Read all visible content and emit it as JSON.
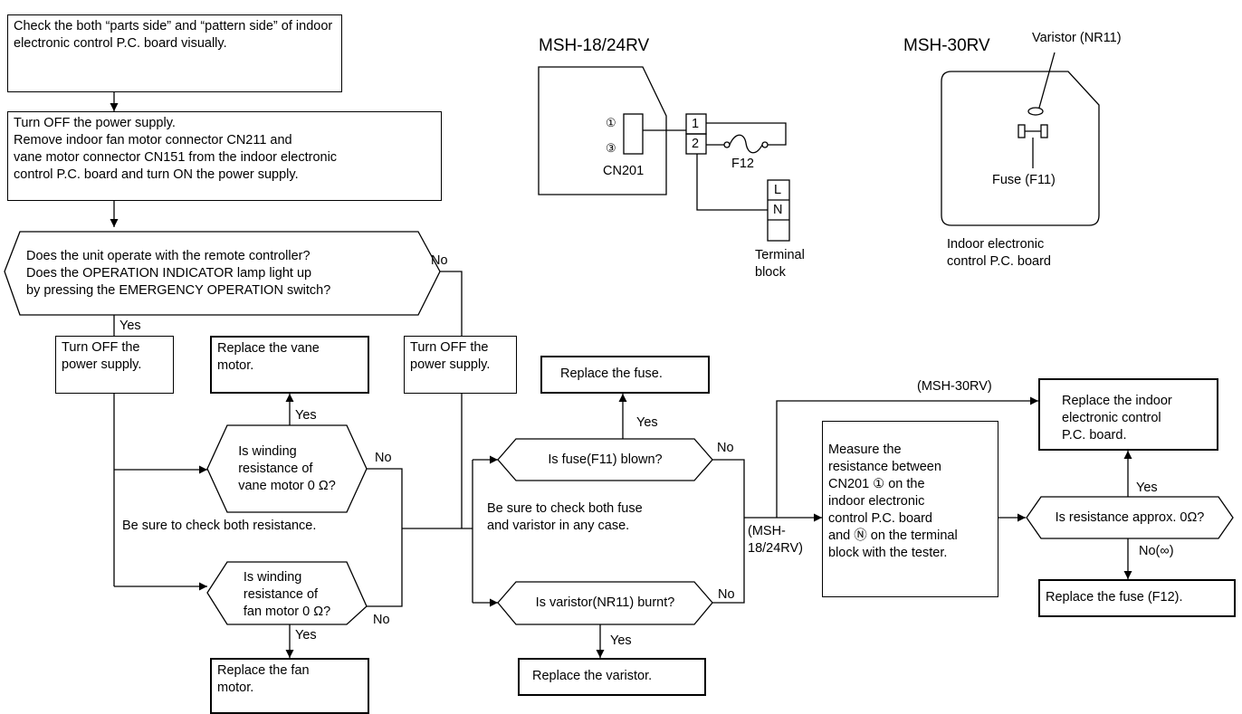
{
  "steps": {
    "check_visual": "Check the both “parts side” and “pattern side” of indoor electronic control P.C. board visually.",
    "turn_off_remove": "Turn OFF the power supply.\nRemove indoor fan motor connector CN211 and\nvane motor connector CN151 from the indoor electronic\ncontrol P.C. board and turn ON the power supply.",
    "does_unit_operate": "Does the unit operate with the remote controller?\nDoes the OPERATION INDICATOR lamp light up\nby pressing the EMERGENCY OPERATION switch?",
    "turn_off_left": "Turn OFF the\npower supply.",
    "turn_off_mid": "Turn OFF the\npower supply.",
    "replace_vane": "Replace the vane\nmotor.",
    "q_vane": "Is winding\nresistance of\nvane motor 0 Ω?",
    "q_fan": "Is winding\nresistance of\nfan motor 0 Ω?",
    "replace_fan": "Replace the fan\nmotor.",
    "check_both_resistance": "Be sure to check both resistance.",
    "replace_fuse": "Replace the fuse.",
    "q_fuse": "Is fuse(F11) blown?",
    "check_fuse_varistor": "Be sure to check both fuse\nand varistor in any case.",
    "q_varistor": "Is varistor(NR11) burnt?",
    "replace_varistor": "Replace the varistor.",
    "measure": "Measure the\nresistance between\nCN201 ① on the\nindoor electronic\ncontrol P.C. board\nand Ⓝ on the terminal\nblock with the tester.",
    "replace_board": "Replace the indoor\nelectronic control\nP.C. board.",
    "q_resistance": "Is resistance approx. 0Ω?",
    "replace_fuse_f12": "Replace the fuse (F12)."
  },
  "branches": {
    "yes": "Yes",
    "no": "No",
    "no_inf": "No(∞)",
    "msh30_branch": "(MSH-30RV)",
    "msh1824_branch": "(MSH-\n18/24RV)"
  },
  "inset_1824": {
    "model": "MSH-18/24RV",
    "pin1": "①",
    "pin3": "③",
    "connector": "CN201",
    "term1": "1",
    "term2": "2",
    "fuse": "F12",
    "termL": "L",
    "termN": "N",
    "terminal_block": "Terminal\nblock"
  },
  "inset_30": {
    "model": "MSH-30RV",
    "varistor": "Varistor (NR11)",
    "fuse": "Fuse (F11)",
    "board": "Indoor electronic\ncontrol P.C. board"
  }
}
